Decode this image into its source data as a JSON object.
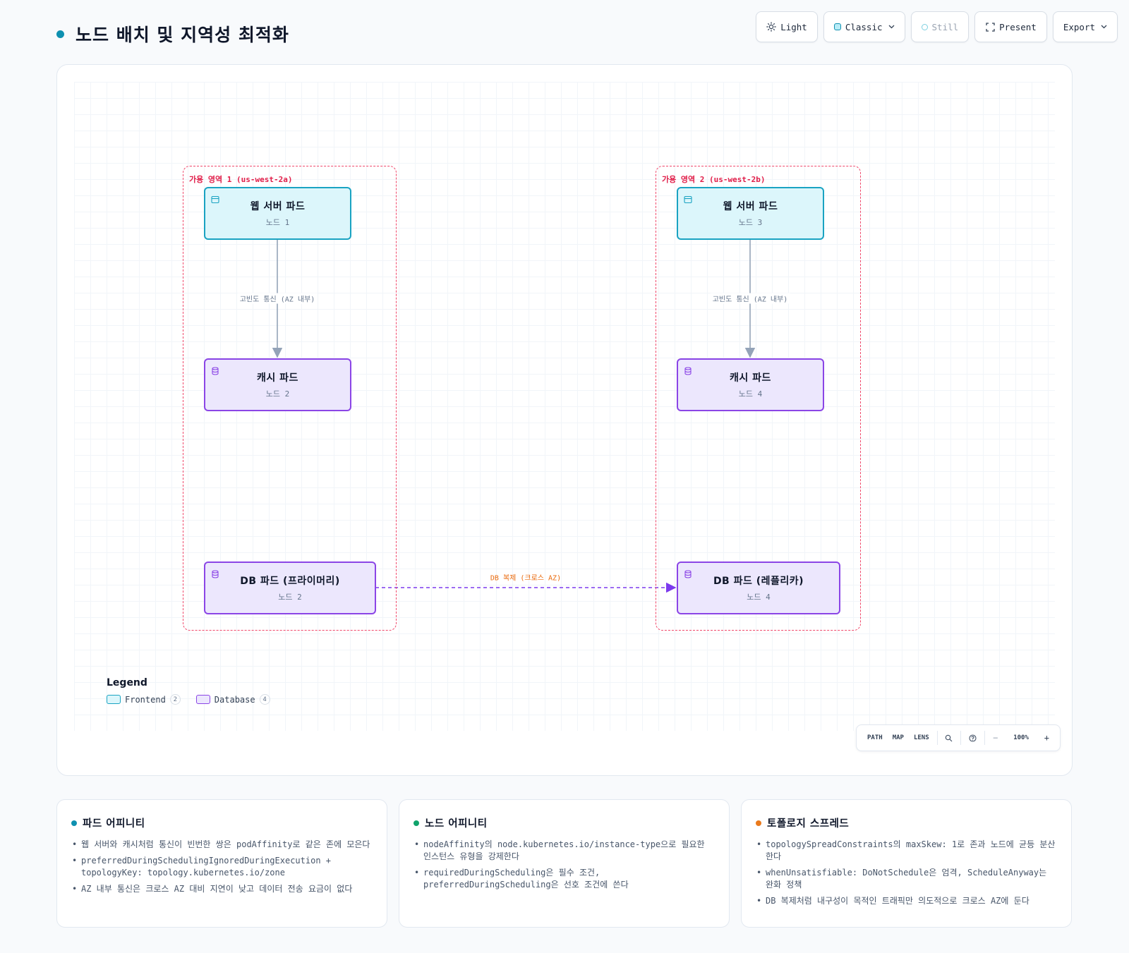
{
  "header": {
    "title": "노드 배치 및 지역성 최적화"
  },
  "toolbar": {
    "theme_label": "Light",
    "style_label": "Classic",
    "motion_label": "Still",
    "present_label": "Present",
    "export_label": "Export"
  },
  "diagram": {
    "zones": [
      {
        "label": "가용 영역 1 (us-west-2a)"
      },
      {
        "label": "가용 영역 2 (us-west-2b)"
      }
    ],
    "nodes": {
      "web1": {
        "title": "웹 서버 파드",
        "sub": "노드 1",
        "kind": "frontend"
      },
      "cache1": {
        "title": "캐시 파드",
        "sub": "노드 2",
        "kind": "database"
      },
      "db1": {
        "title": "DB 파드 (프라이머리)",
        "sub": "노드 2",
        "kind": "database"
      },
      "web2": {
        "title": "웹 서버 파드",
        "sub": "노드 3",
        "kind": "frontend"
      },
      "cache2": {
        "title": "캐시 파드",
        "sub": "노드 4",
        "kind": "database"
      },
      "db2": {
        "title": "DB 파드 (레플리카)",
        "sub": "노드 4",
        "kind": "database"
      }
    },
    "edges": [
      {
        "from": "web1",
        "to": "cache1",
        "label": "고빈도 통신 (AZ 내부)",
        "style": "solid"
      },
      {
        "from": "web2",
        "to": "cache2",
        "label": "고빈도 통신 (AZ 내부)",
        "style": "solid"
      },
      {
        "from": "db1",
        "to": "db2",
        "label": "DB 복제 (크로스 AZ)",
        "style": "dashed"
      }
    ],
    "colors": {
      "frontend_fill": "#dcf6fb",
      "frontend_stroke": "#1aa3c2",
      "database_fill": "#ece7fd",
      "database_stroke": "#8b45e6",
      "zone_stroke": "#f0476a",
      "cross_az_edge": "#7c3aed",
      "cross_az_label": "#ea6a0c",
      "intra_az_edge": "#94a3b8"
    }
  },
  "legend": {
    "title": "Legend",
    "items": [
      {
        "label": "Frontend",
        "count": "2"
      },
      {
        "label": "Database",
        "count": "4"
      }
    ]
  },
  "zoom": {
    "path_label": "PATH",
    "map_label": "MAP",
    "lens_label": "LENS",
    "minus": "−",
    "level": "100%",
    "plus": "+"
  },
  "cards": [
    {
      "title": "파드 어피니티",
      "dot_color": "#0e90b0",
      "items": [
        "웹 서버와 캐시처럼 통신이 빈번한 쌍은 podAffinity로 같은 존에 모은다",
        "preferredDuringSchedulingIgnoredDuringExecution + topologyKey: topology.kubernetes.io/zone",
        "AZ 내부 통신은 크로스 AZ 대비 지연이 낮고 데이터 전송 요금이 없다"
      ]
    },
    {
      "title": "노드 어피니티",
      "dot_color": "#10a36b",
      "items": [
        "nodeAffinity의 node.kubernetes.io/instance-type으로 필요한 인스턴스 유형을 강제한다",
        "requiredDuringScheduling은 필수 조건, preferredDuringScheduling은 선호 조건에 쓴다"
      ]
    },
    {
      "title": "토폴로지 스프레드",
      "dot_color": "#ea7a1c",
      "items": [
        "topologySpreadConstraints의 maxSkew: 1로 존과 노드에 균등 분산한다",
        "whenUnsatisfiable: DoNotSchedule은 엄격, ScheduleAnyway는 완화 정책",
        "DB 복제처럼 내구성이 목적인 트래픽만 의도적으로 크로스 AZ에 둔다"
      ]
    }
  ]
}
